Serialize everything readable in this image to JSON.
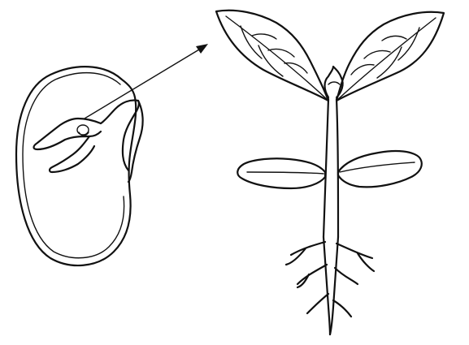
{
  "figure": {
    "caption": "",
    "parts": [
      "seed",
      "embryo",
      "arrow",
      "seedling"
    ]
  },
  "colors": {
    "line": "#111111",
    "background": "#ffffff"
  }
}
